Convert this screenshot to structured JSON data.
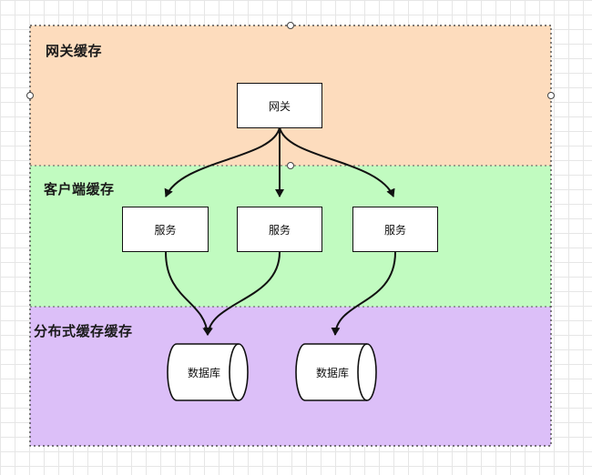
{
  "layers": {
    "gateway_cache": "网关缓存",
    "client_cache": "客户端缓存",
    "distributed_cache": "分布式缓存缓存"
  },
  "nodes": {
    "gateway": "网关",
    "service_1": "服务",
    "service_2": "服务",
    "service_3": "服务",
    "database_1": "数据库",
    "database_2": "数据库"
  },
  "colors": {
    "gateway_band": "#fddcbd",
    "client_band": "#c1fbc0",
    "distributed_band": "#dcbff8",
    "stroke": "#111111"
  }
}
